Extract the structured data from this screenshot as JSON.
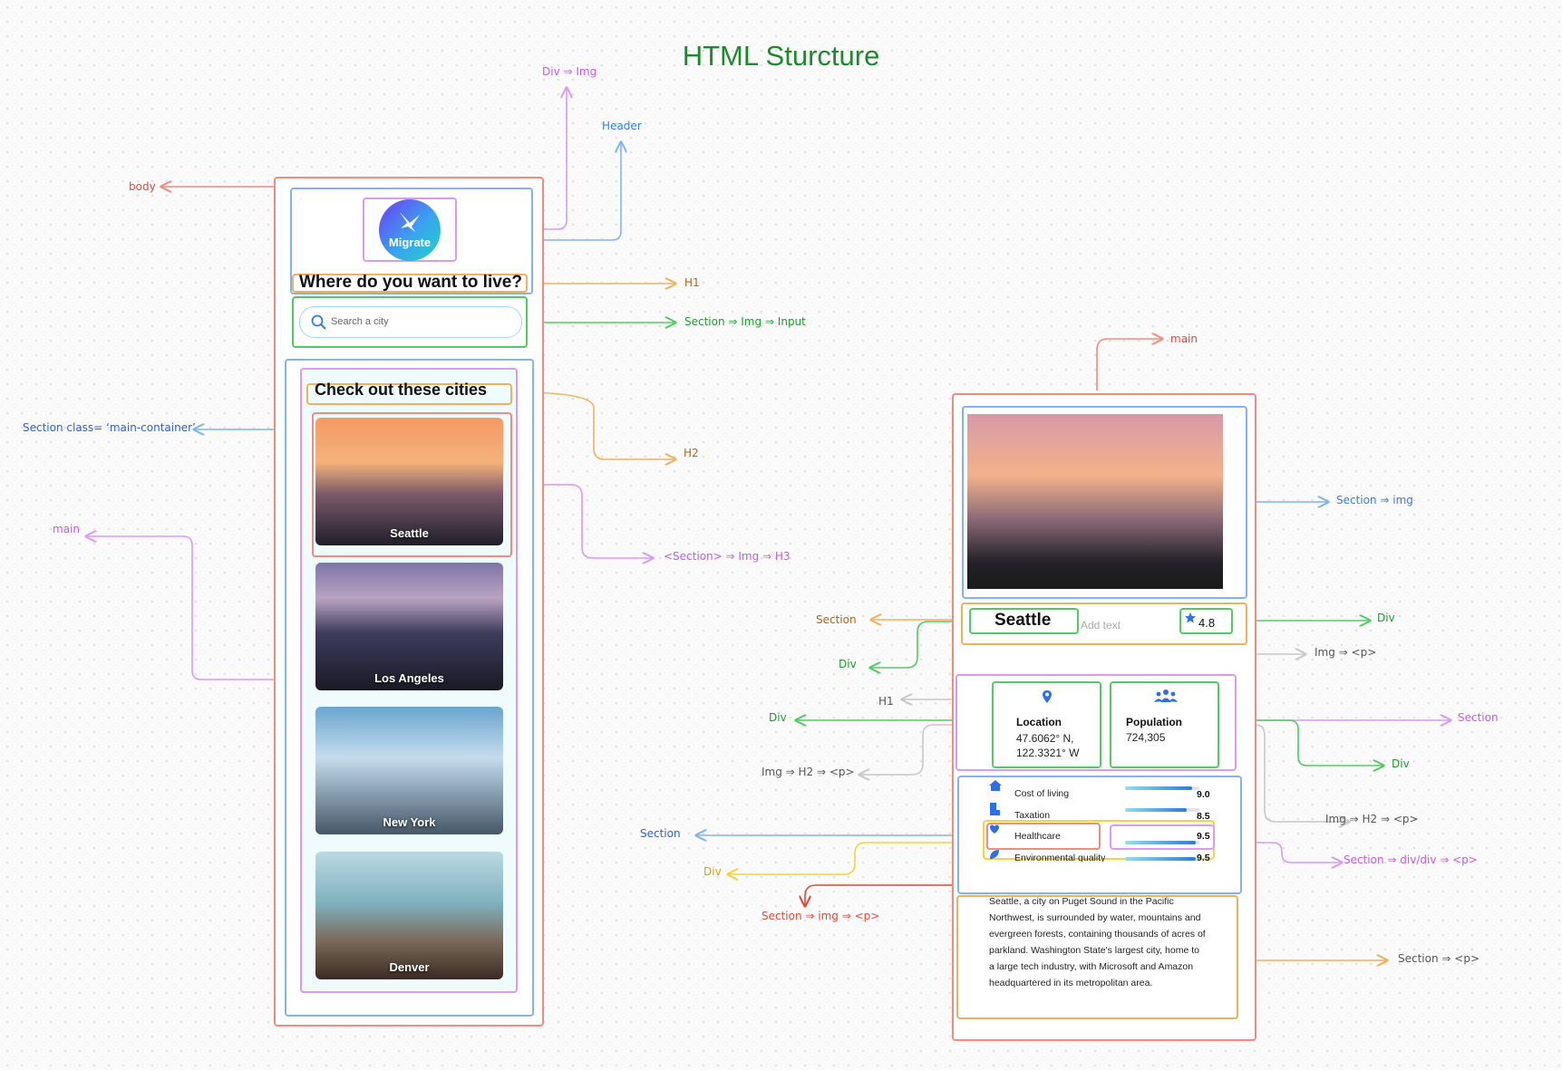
{
  "title": "HTML Sturcture",
  "labels": {
    "div_img": "Div ⇒ Img",
    "header": "Header",
    "body": "body",
    "h1": "H1",
    "section_img_input": "Section ⇒ Img ⇒ Input",
    "main_container": "Section class= ‘main-container’",
    "h2": "H2",
    "main_left": "main",
    "section_img_h3": "<Section> ⇒ Img ⇒ H3",
    "main_right": "main",
    "section_img": "Section ⇒ img",
    "section_left": "Section",
    "div_right": "Div",
    "div_left": "Div",
    "img_p": "Img ⇒ <p>",
    "h1_right": "H1",
    "div_left2": "Div",
    "section_right": "Section",
    "img_h2_p_left": "Img ⇒ H2 ⇒ <p>",
    "div_right2": "Div",
    "img_h2_p_right": "Img ⇒ H2 ⇒ <p>",
    "section_left2": "Section",
    "section_divdiv_p": "Section ⇒ div/div ⇒ <p>",
    "div_yellow": "Div",
    "section_img_p": "Section ⇒ img ⇒ <p>",
    "section_p": "Section ⇒ <p>"
  },
  "left_phone": {
    "logo_text": "Migrate",
    "heading": "Where do you want to live?",
    "search_placeholder": "Search a city",
    "subheading": "Check out these cities",
    "cities": [
      "Seattle",
      "Los Angeles",
      "New York",
      "Denver"
    ]
  },
  "right_phone": {
    "city": "Seattle",
    "add_text": "Add text",
    "rating": "4.8",
    "location_title": "Location",
    "location_value": "47.6062° N, 122.3321° W",
    "population_title": "Population",
    "population_value": "724,305",
    "metrics": [
      {
        "label": "Cost of living",
        "value": "9.0"
      },
      {
        "label": "Taxation",
        "value": "8.5"
      },
      {
        "label": "Healthcare",
        "value": "9.5"
      },
      {
        "label": "Environmental quality",
        "value": "9.5"
      }
    ],
    "description": "Seattle, a city on Puget Sound in the Pacific Northwest, is surrounded by water, mountains and evergreen forests, containing thousands of acres of parkland. Washington State's largest city, home to a large tech industry, with Microsoft and Amazon headquartered in its metropolitan area."
  },
  "colors": {
    "red": "#f28b7e",
    "blue": "#7fb3f2",
    "purple": "#d99af2",
    "green": "#4fcc62",
    "orange": "#f0b15c",
    "gray": "#c8c8c8",
    "yellow": "#f7d23b"
  }
}
